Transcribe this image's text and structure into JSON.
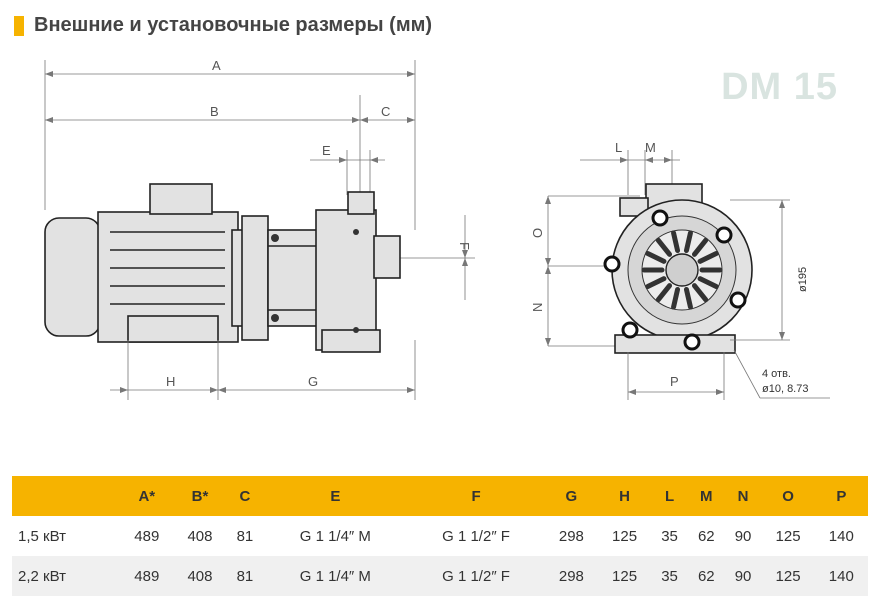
{
  "header": {
    "title": "Внешние и установочные размеры (мм)",
    "model": "DM 15"
  },
  "labels": {
    "A": "A",
    "B": "B",
    "C": "C",
    "E": "E",
    "F": "F",
    "G": "G",
    "H": "H",
    "L": "L",
    "M": "M",
    "N": "N",
    "O": "O",
    "P": "P",
    "diameter": "ø195",
    "holes_line1": "4 отв.",
    "holes_line2": "ø10, 8.73"
  },
  "table": {
    "headers": [
      "",
      "A*",
      "B*",
      "C",
      "E",
      "F",
      "G",
      "H",
      "L",
      "M",
      "N",
      "O",
      "P"
    ],
    "rows": [
      [
        "1,5 кВт",
        "489",
        "408",
        "81",
        "G 1 1/4″ M",
        "G 1 1/2″ F",
        "298",
        "125",
        "35",
        "62",
        "90",
        "125",
        "140"
      ],
      [
        "2,2 кВт",
        "489",
        "408",
        "81",
        "G 1 1/4″ M",
        "G 1 1/2″ F",
        "298",
        "125",
        "35",
        "62",
        "90",
        "125",
        "140"
      ]
    ]
  },
  "colors": {
    "accent": "#f6b300",
    "model_tag": "#d9e4e0",
    "row_alt": "#f0f0f0"
  }
}
